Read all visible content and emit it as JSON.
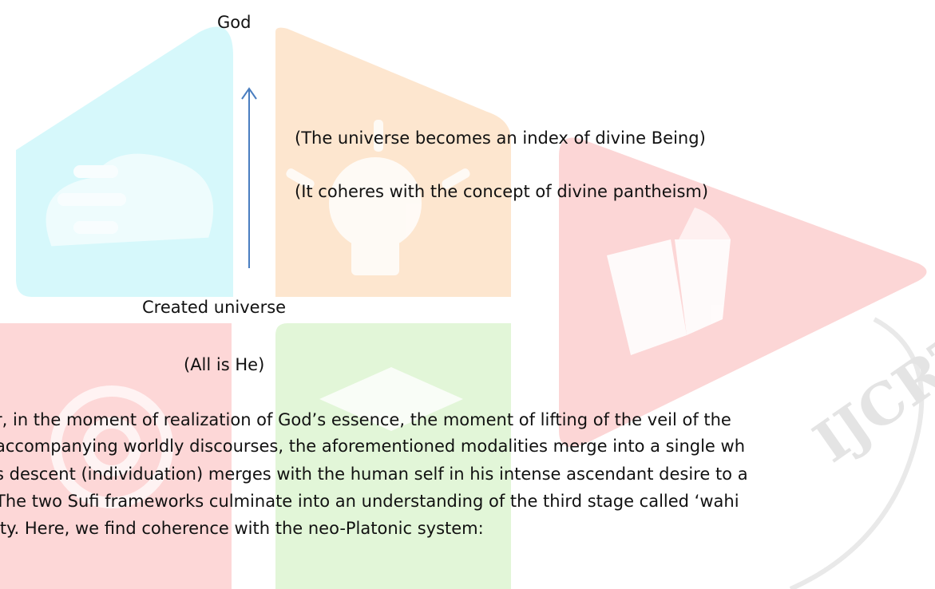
{
  "diagram": {
    "top_label": "God",
    "right_label_1": "(The universe becomes an index of divine Being)",
    "right_label_2": "(It coheres with the concept of divine pantheism)",
    "bottom_label": "Created universe",
    "bottom_sublabel": "(All is He)"
  },
  "paragraph": {
    "lines": [
      "r, in the moment of realization of God’s essence, the moment of lifting of the veil of the",
      "accompanying worldly discourses, the aforementioned modalities merge into a single wh",
      "s descent (individuation) merges with the human self in his intense ascendant desire to a",
      " The two Sufi frameworks culminate into an understanding of the third stage called ‘wahi",
      "ity. Here, we find coherence with the neo-Platonic system:"
    ]
  },
  "watermark": {
    "text": "IJCRT",
    "colors": {
      "cyan": "#d2f7fa",
      "orange": "#fde4cc",
      "red": "#fcd3d3",
      "green": "#dff5d5",
      "gray": "#e6e6e6",
      "arrow": "#4a7ec0"
    }
  }
}
